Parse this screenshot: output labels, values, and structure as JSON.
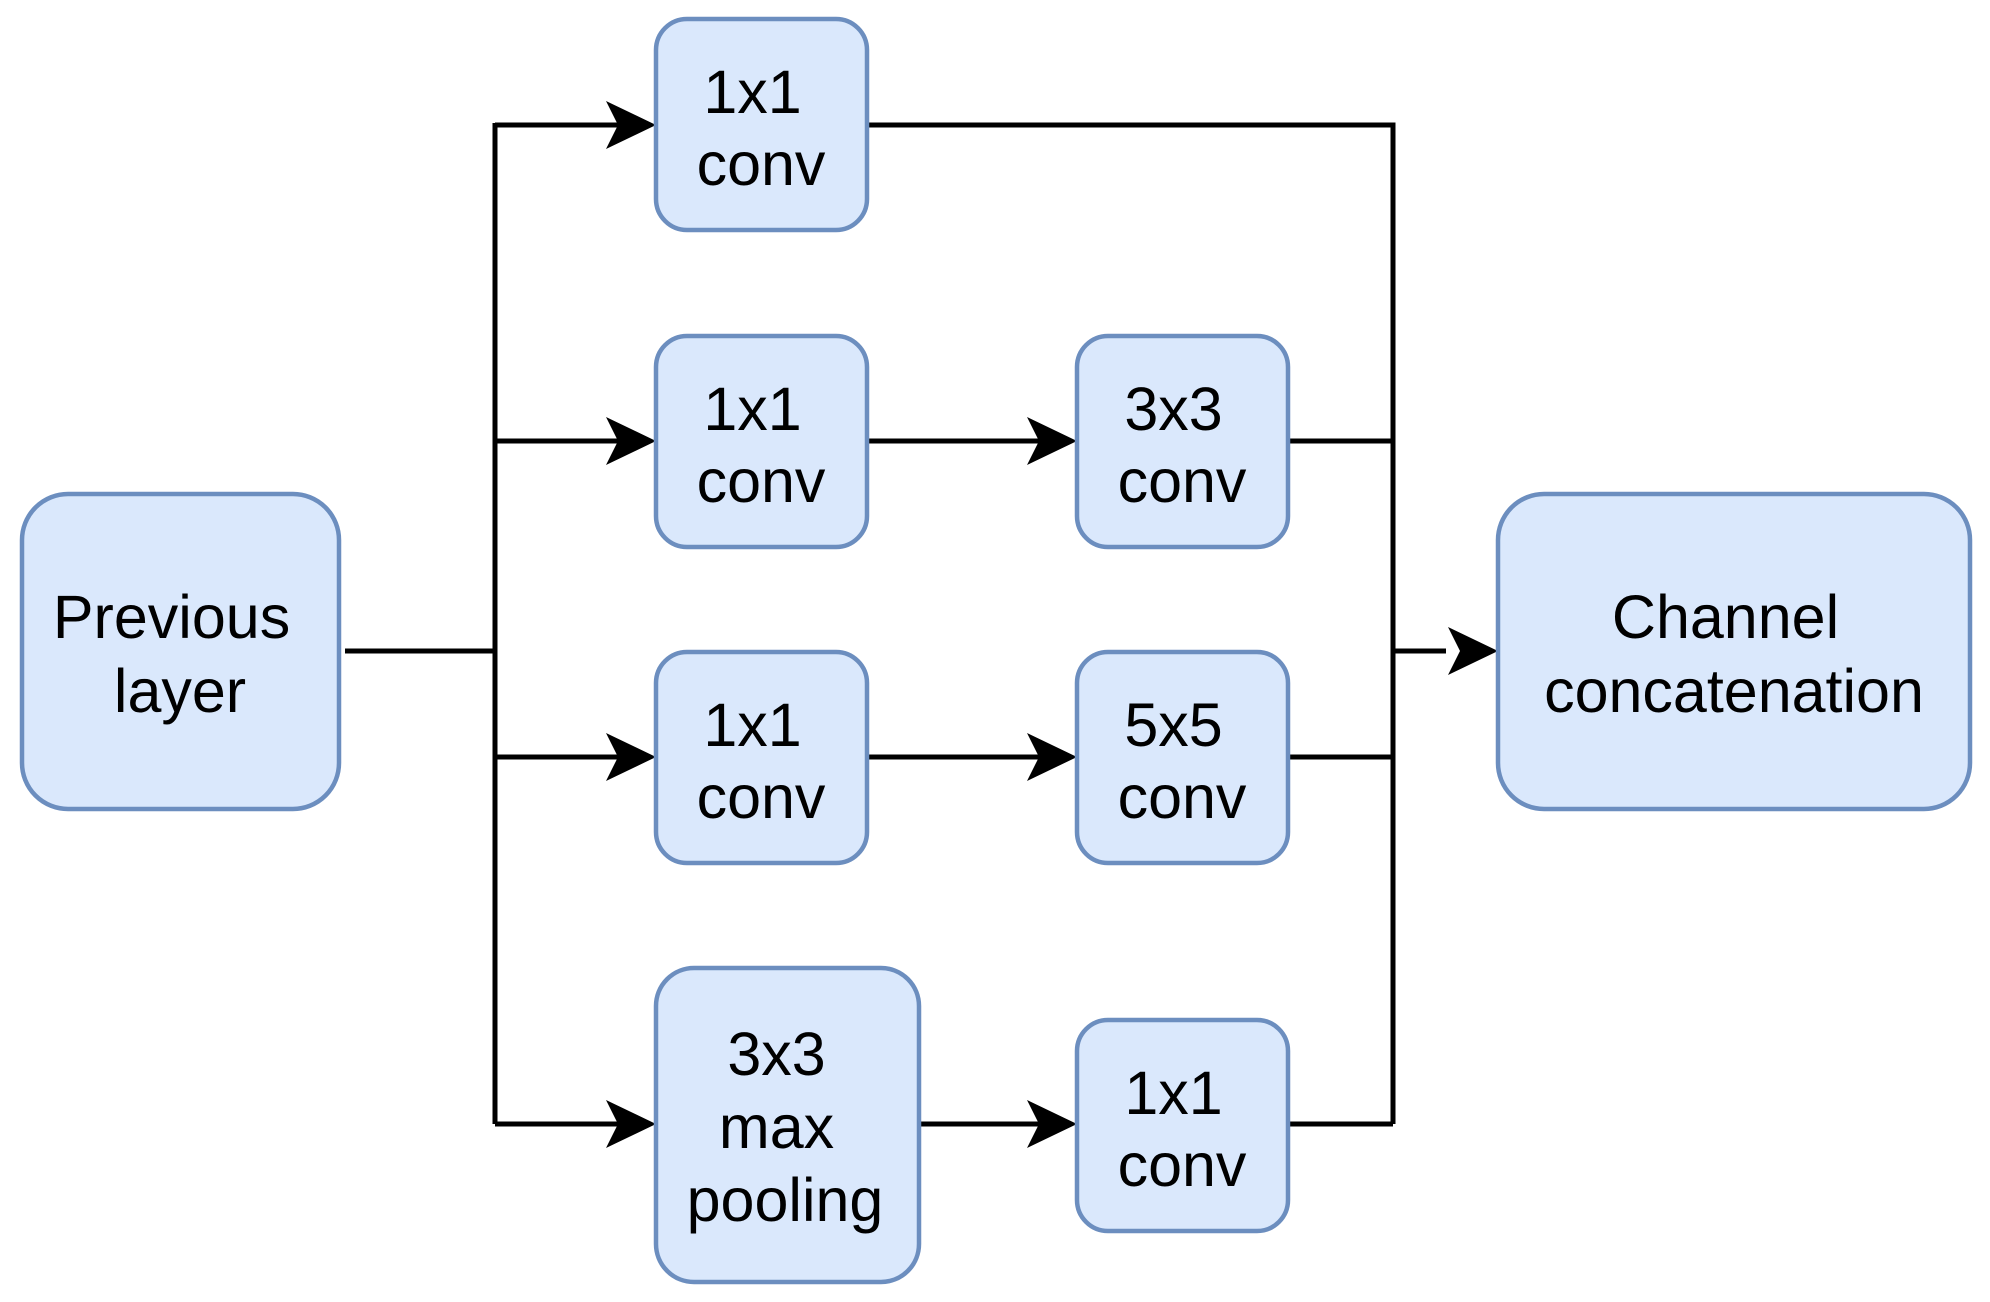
{
  "nodes": {
    "previous_layer": {
      "lines": [
        "Previous",
        "layer"
      ]
    },
    "b1_conv1x1": {
      "lines": [
        "1x1",
        "conv"
      ]
    },
    "b2_conv1x1": {
      "lines": [
        "1x1",
        "conv"
      ]
    },
    "b2_conv3x3": {
      "lines": [
        "3x3",
        "conv"
      ]
    },
    "b3_conv1x1": {
      "lines": [
        "1x1",
        "conv"
      ]
    },
    "b3_conv5x5": {
      "lines": [
        "5x5",
        "conv"
      ]
    },
    "b4_maxpool": {
      "lines": [
        "3x3",
        "max",
        "pooling"
      ]
    },
    "b4_conv1x1": {
      "lines": [
        "1x1",
        "conv"
      ]
    },
    "concat": {
      "lines": [
        "Channel",
        "concatenation"
      ]
    }
  },
  "colors": {
    "node_fill": "#dae8fc",
    "node_stroke": "#6c8ebf",
    "edge": "#000000",
    "text": "#000000"
  }
}
